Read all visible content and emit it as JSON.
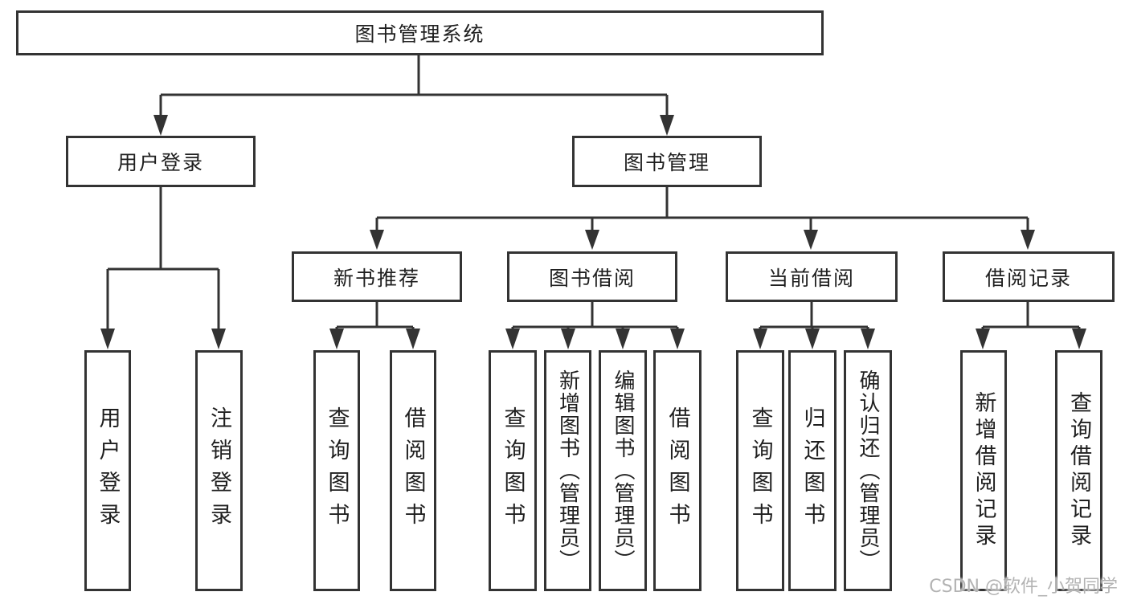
{
  "diagram": {
    "root": {
      "label": "图书管理系统"
    },
    "level2": {
      "user_login": "用户登录",
      "book_mgmt": "图书管理"
    },
    "level3": {
      "new_books": "新书推荐",
      "borrowing": "图书借阅",
      "current": "当前借阅",
      "records": "借阅记录"
    },
    "leaves": {
      "user_login": "用户登录",
      "logout": "注销登录",
      "nb_query": "查询图书",
      "nb_borrow": "借阅图书",
      "bw_query": "查询图书",
      "bw_add": "新增图书（管理员）",
      "bw_edit": "编辑图书（管理员）",
      "bw_borrow": "借阅图书",
      "cu_query": "查询图书",
      "cu_return": "归还图书",
      "cu_confirm": "确认归还（管理员）",
      "re_add": "新增借阅记录",
      "re_query": "查询借阅记录"
    },
    "hierarchy": {
      "图书管理系统": [
        "用户登录",
        "图书管理"
      ],
      "用户登录": [
        "用户登录",
        "注销登录"
      ],
      "图书管理": [
        "新书推荐",
        "图书借阅",
        "当前借阅",
        "借阅记录"
      ],
      "新书推荐": [
        "查询图书",
        "借阅图书"
      ],
      "图书借阅": [
        "查询图书",
        "新增图书（管理员）",
        "编辑图书（管理员）",
        "借阅图书"
      ],
      "当前借阅": [
        "查询图书",
        "归还图书",
        "确认归还（管理员）"
      ],
      "借阅记录": [
        "新增借阅记录",
        "查询借阅记录"
      ]
    },
    "colors": {
      "line": "#333333",
      "border": "#333333",
      "text": "#1f1f1f",
      "background": "#ffffff"
    }
  },
  "watermark": {
    "text": "CSDN @软件_小贺同学"
  }
}
